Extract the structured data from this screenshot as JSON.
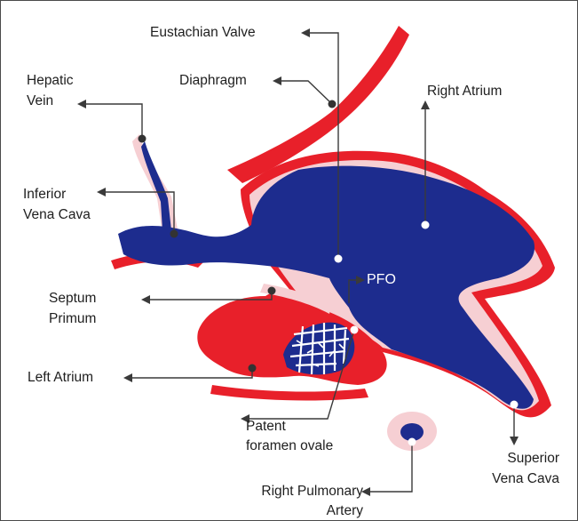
{
  "labels": {
    "eustachian_valve": "Eustachian Valve",
    "diaphragm": "Diaphragm",
    "right_atrium": "Right Atrium",
    "hepatic_vein_1": "Hepatic",
    "hepatic_vein_2": "Vein",
    "inferior_vena_cava_1": "Inferior",
    "inferior_vena_cava_2": "Vena Cava",
    "septum_primum_1": "Septum",
    "septum_primum_2": "Primum",
    "pfo": "PFO",
    "left_atrium": "Left Atrium",
    "patent_foramen_ovale_1": "Patent",
    "patent_foramen_ovale_2": "foramen ovale",
    "superior_vena_cava_1": "Superior",
    "superior_vena_cava_2": "Vena Cava",
    "right_pulmonary_artery_1": "Right Pulmonary",
    "right_pulmonary_artery_2": "Artery"
  },
  "colors": {
    "venous_blue": "#1d2c8e",
    "arterial_red": "#e8202a",
    "outline_pink": "#f6cfd3",
    "pointer_line": "#3a3a3a"
  }
}
